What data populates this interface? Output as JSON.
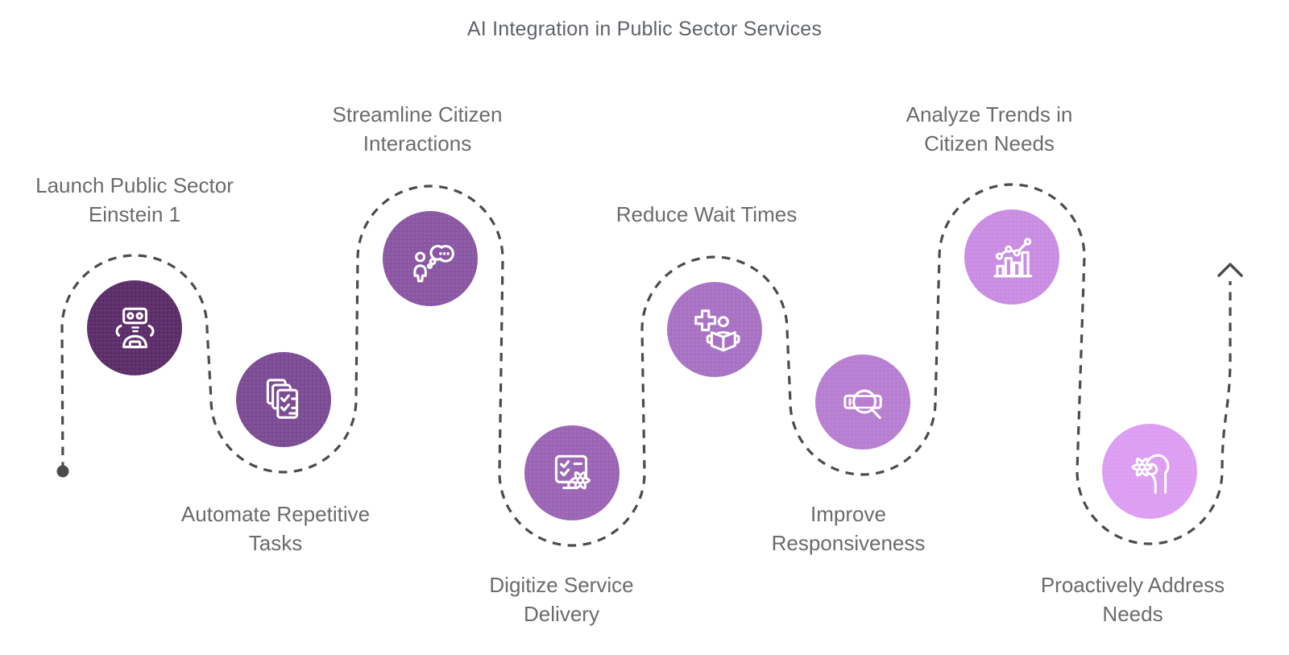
{
  "title": "AI Integration in Public Sector Services",
  "flow": {
    "line_style": "dashed",
    "line_color": "#4b4b4b",
    "start_marker": "dot",
    "end_marker": "up-arrow"
  },
  "text_color": "#6b6b6b",
  "steps": [
    {
      "lines": [
        "Launch Public Sector",
        "Einstein 1"
      ],
      "icon": "robot-icon",
      "color": "#5b2d69"
    },
    {
      "lines": [
        "Automate Repetitive",
        "Tasks"
      ],
      "icon": "documents-checklist-icon",
      "color": "#7b4c93"
    },
    {
      "lines": [
        "Streamline Citizen",
        "Interactions"
      ],
      "icon": "person-thought-bubble-icon",
      "color": "#8a56a3"
    },
    {
      "lines": [
        "Digitize Service",
        "Delivery"
      ],
      "icon": "screen-checklist-gear-icon",
      "color": "#9b64b5"
    },
    {
      "lines": [
        "Reduce Wait Times"
      ],
      "icon": "plus-book-reader-icon",
      "color": "#a872c4"
    },
    {
      "lines": [
        "Improve",
        "Responsiveness"
      ],
      "icon": "magnifier-banner-icon",
      "color": "#b77ed2"
    },
    {
      "lines": [
        "Analyze Trends in",
        "Citizen Needs"
      ],
      "icon": "bar-chart-trend-icon",
      "color": "#c98ce2"
    },
    {
      "lines": [
        "Proactively Address",
        "Needs"
      ],
      "icon": "hand-gear-icon",
      "color": "#dc9df2"
    }
  ]
}
